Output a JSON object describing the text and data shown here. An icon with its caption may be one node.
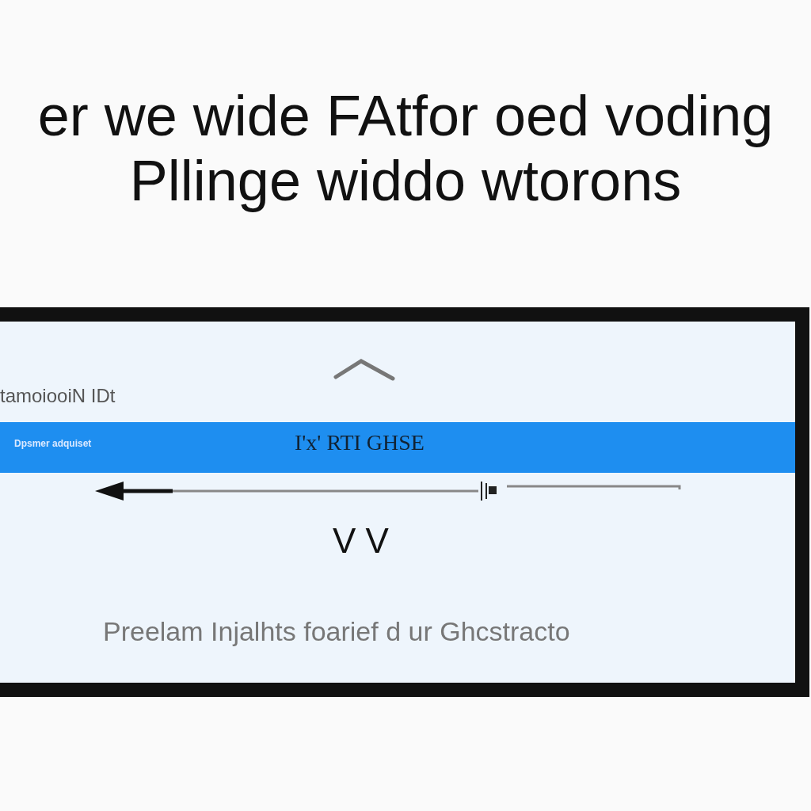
{
  "diagram": {
    "title": "er we wide FAtfor oed voding Pllinge widdo wtorons",
    "nodes": [
      {
        "text": [
          "tamoiooiN IDt",
          "V V",
          "Preelam Injalhts foarief d ur Ghcstracto"
        ]
      },
      {
        "text": [
          "Dpsmer adquiset",
          "I'x' RTI GHSE"
        ],
        "in": 0
      }
    ]
  }
}
